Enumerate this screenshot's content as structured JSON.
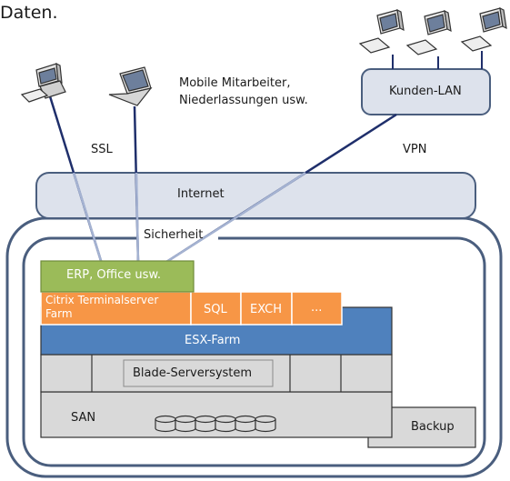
{
  "header_fragment": "Daten.",
  "mobile_label_line1": "Mobile Mitarbeiter,",
  "mobile_label_line2": "Niederlassungen usw.",
  "customer_lan": "Kunden-LAN",
  "ssl": "SSL",
  "vpn": "VPN",
  "internet": "Internet",
  "security": "Sicherheit",
  "erp": "ERP, Office usw.",
  "citrix_line1": "Citrix Terminalserver",
  "citrix_line2": "Farm",
  "sql": "SQL",
  "exch": "EXCH",
  "more": "...",
  "esx": "ESX-Farm",
  "blade": "Blade-Serversystem",
  "san": "SAN",
  "backup": "Backup",
  "colors": {
    "green": "#9bbb59",
    "orange": "#f79646",
    "blue": "#4f81bd",
    "frame": "#4a5e7e",
    "panel": "#dde2ec",
    "grey": "#d9d9d9",
    "line_dark": "#1f2f6b",
    "line_light": "#a5b3d2"
  }
}
